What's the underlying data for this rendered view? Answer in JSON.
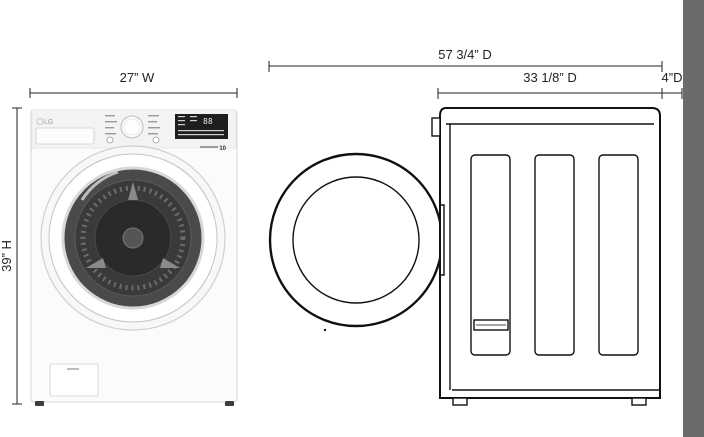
{
  "dimensions": {
    "width_front": "27” W",
    "height_front": "39” H",
    "depth_total": "57 3/4” D",
    "depth_body": "33 1/8” D",
    "depth_clearance": "4”D"
  },
  "product": {
    "brand": "LG",
    "badge": "10"
  },
  "colors": {
    "line": "#222222",
    "wall": "#6b6b6b",
    "body": "#ffffff",
    "panel_dark": "#1e1e1e"
  }
}
